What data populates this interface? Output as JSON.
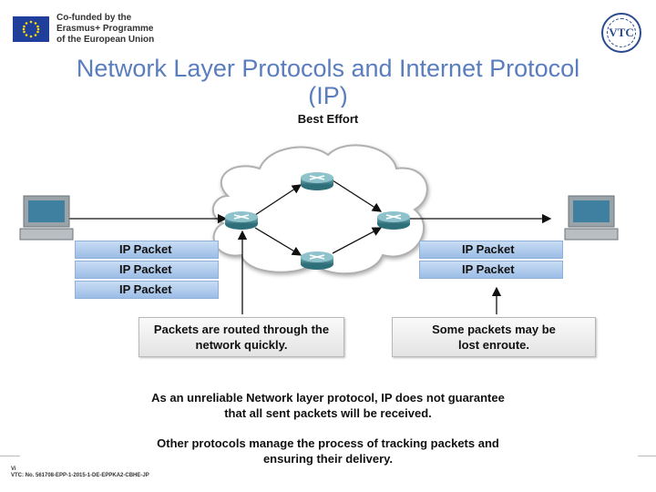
{
  "header": {
    "eu_lines": [
      "Co-funded by the",
      "Erasmus+ Programme",
      "of the European Union"
    ],
    "logo_text": "VTC"
  },
  "title": "Network Layer Protocols and Internet Protocol (IP)",
  "diagram": {
    "title": "Best Effort",
    "left_packets": [
      "IP Packet",
      "IP Packet",
      "IP Packet"
    ],
    "right_packets": [
      "IP Packet",
      "IP Packet"
    ],
    "callout_left": [
      "Packets are routed through the",
      "network quickly."
    ],
    "callout_right": [
      "Some packets may be",
      "lost enroute."
    ],
    "caption_1": [
      "As an unreliable Network layer protocol, IP does not guarantee",
      "that all sent packets will be received."
    ],
    "caption_2": [
      "Other protocols manage the process of tracking packets and",
      "ensuring their delivery."
    ]
  },
  "footer": {
    "lines": [
      "Vi",
      "VTC: No. 561708-EPP-1-2015-1-DE-EPPKA2-CBHE-JP"
    ]
  },
  "colors": {
    "title": "#5a7dbd",
    "eu_flag": "#1f3f9a",
    "packet": "#b4cfee",
    "router": "#3f7f8a"
  }
}
